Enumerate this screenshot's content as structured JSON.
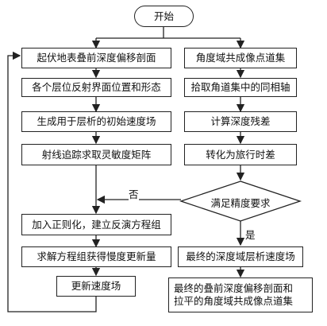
{
  "flowchart": {
    "start": "开始",
    "left": [
      "起伏地表叠前深度偏移剖面",
      "各个层位反射界面位置和形态",
      "生成用于层析的初始速度场",
      "射线追踪求取灵敏度矩阵",
      "加入正则化，建立反演方程组",
      "求解方程组获得慢度更新量",
      "更新速度场"
    ],
    "right": [
      "角度域共成像点道集",
      "拾取角道集中的同相轴",
      "计算深度残差",
      "转化为旅行时差"
    ],
    "decision": "满足精度要求",
    "label_no": "否",
    "label_yes": "是",
    "final_velocity": "最终的深度域层析速度场",
    "final_output": [
      "最终的叠前深度偏移剖面和",
      "拉平的角度域共成像点道集"
    ]
  }
}
